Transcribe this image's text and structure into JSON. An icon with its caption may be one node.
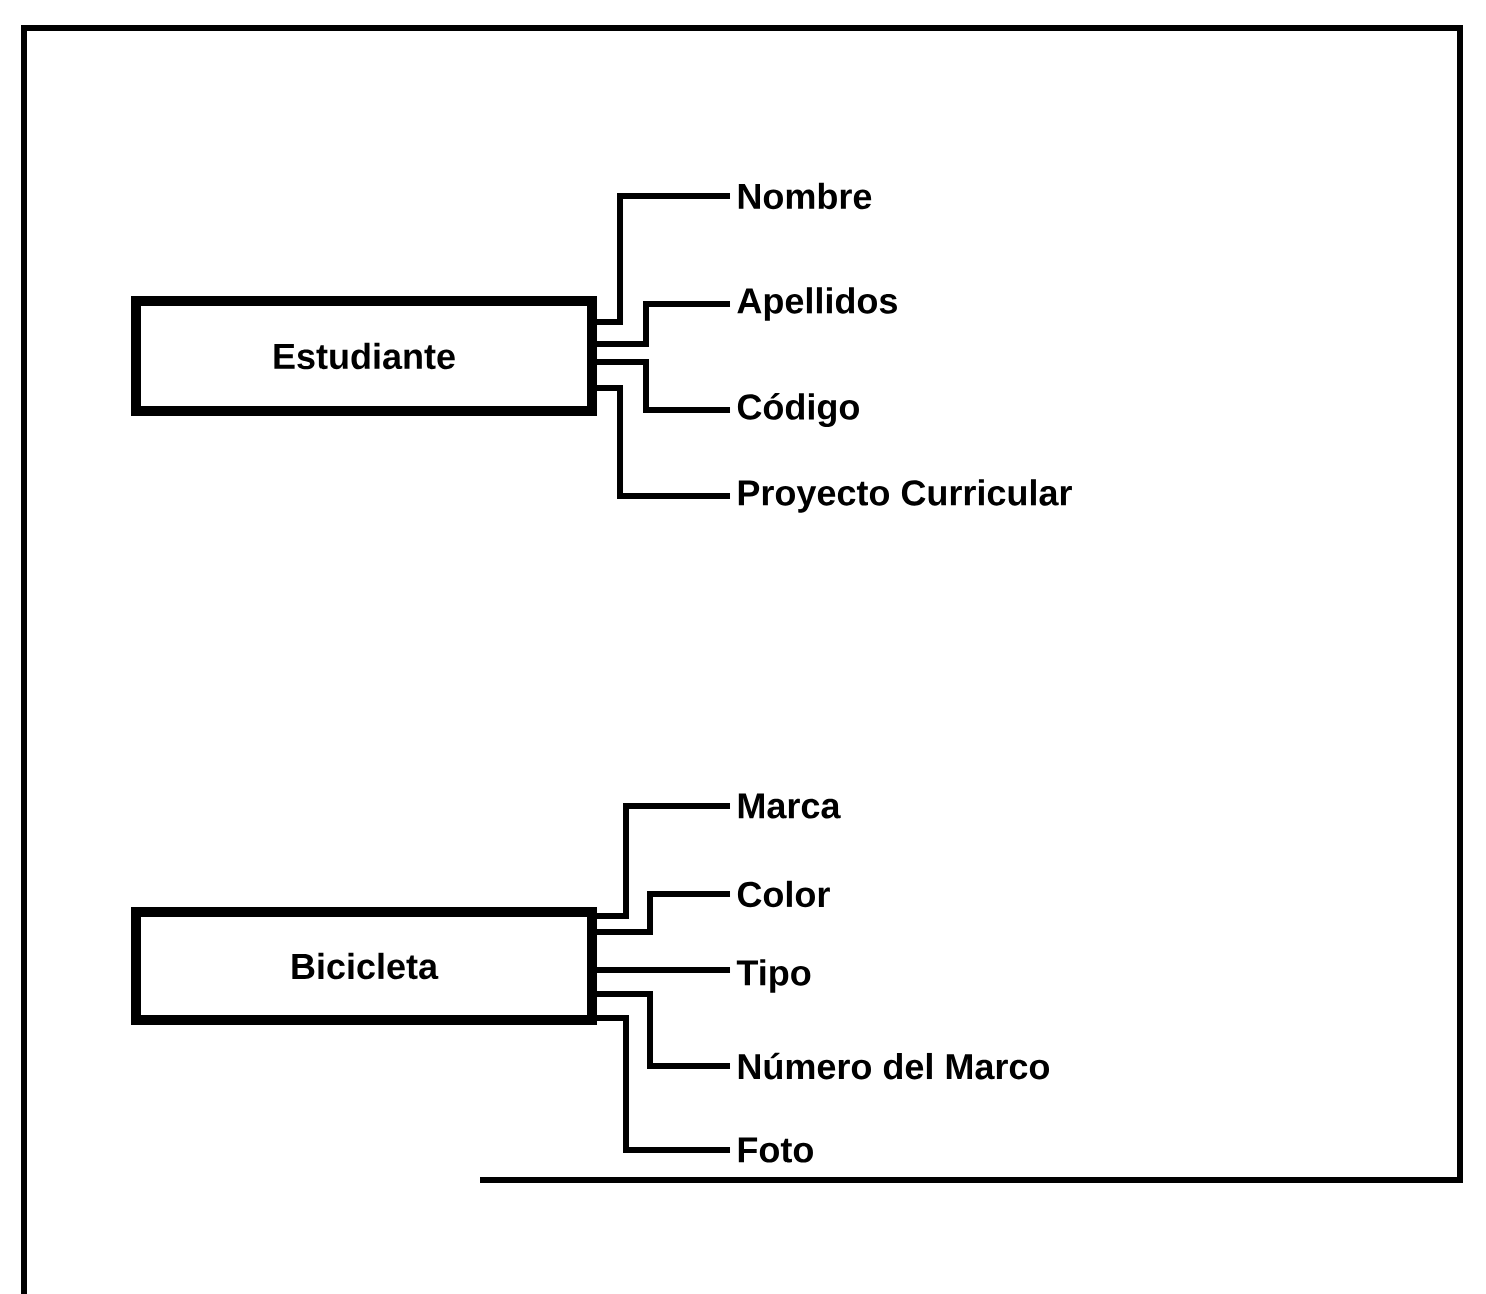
{
  "diagram": {
    "nodes": [
      {
        "text": [
          "Estudiante"
        ]
      },
      {
        "text": [
          "Nombre"
        ]
      },
      {
        "text": [
          "Apellidos"
        ]
      },
      {
        "text": [
          "Código"
        ]
      },
      {
        "text": [
          "Proyecto Curricular"
        ]
      },
      {
        "text": [
          "Bicicleta"
        ]
      },
      {
        "text": [
          "Marca"
        ]
      },
      {
        "text": [
          "Color"
        ]
      },
      {
        "text": [
          "Tipo"
        ]
      },
      {
        "text": [
          "Número del Marco"
        ]
      },
      {
        "text": [
          "Foto"
        ]
      }
    ],
    "edges": [
      {
        "from": 0,
        "to": 1,
        "arrow": "none"
      },
      {
        "from": 0,
        "to": 2,
        "arrow": "none"
      },
      {
        "from": 0,
        "to": 3,
        "arrow": "none"
      },
      {
        "from": 0,
        "to": 4,
        "arrow": "none"
      },
      {
        "from": 5,
        "to": 6,
        "arrow": "none"
      },
      {
        "from": 5,
        "to": 7,
        "arrow": "none"
      },
      {
        "from": 5,
        "to": 8,
        "arrow": "none"
      },
      {
        "from": 5,
        "to": 9,
        "arrow": "none"
      },
      {
        "from": 5,
        "to": 10,
        "arrow": "none"
      }
    ]
  }
}
